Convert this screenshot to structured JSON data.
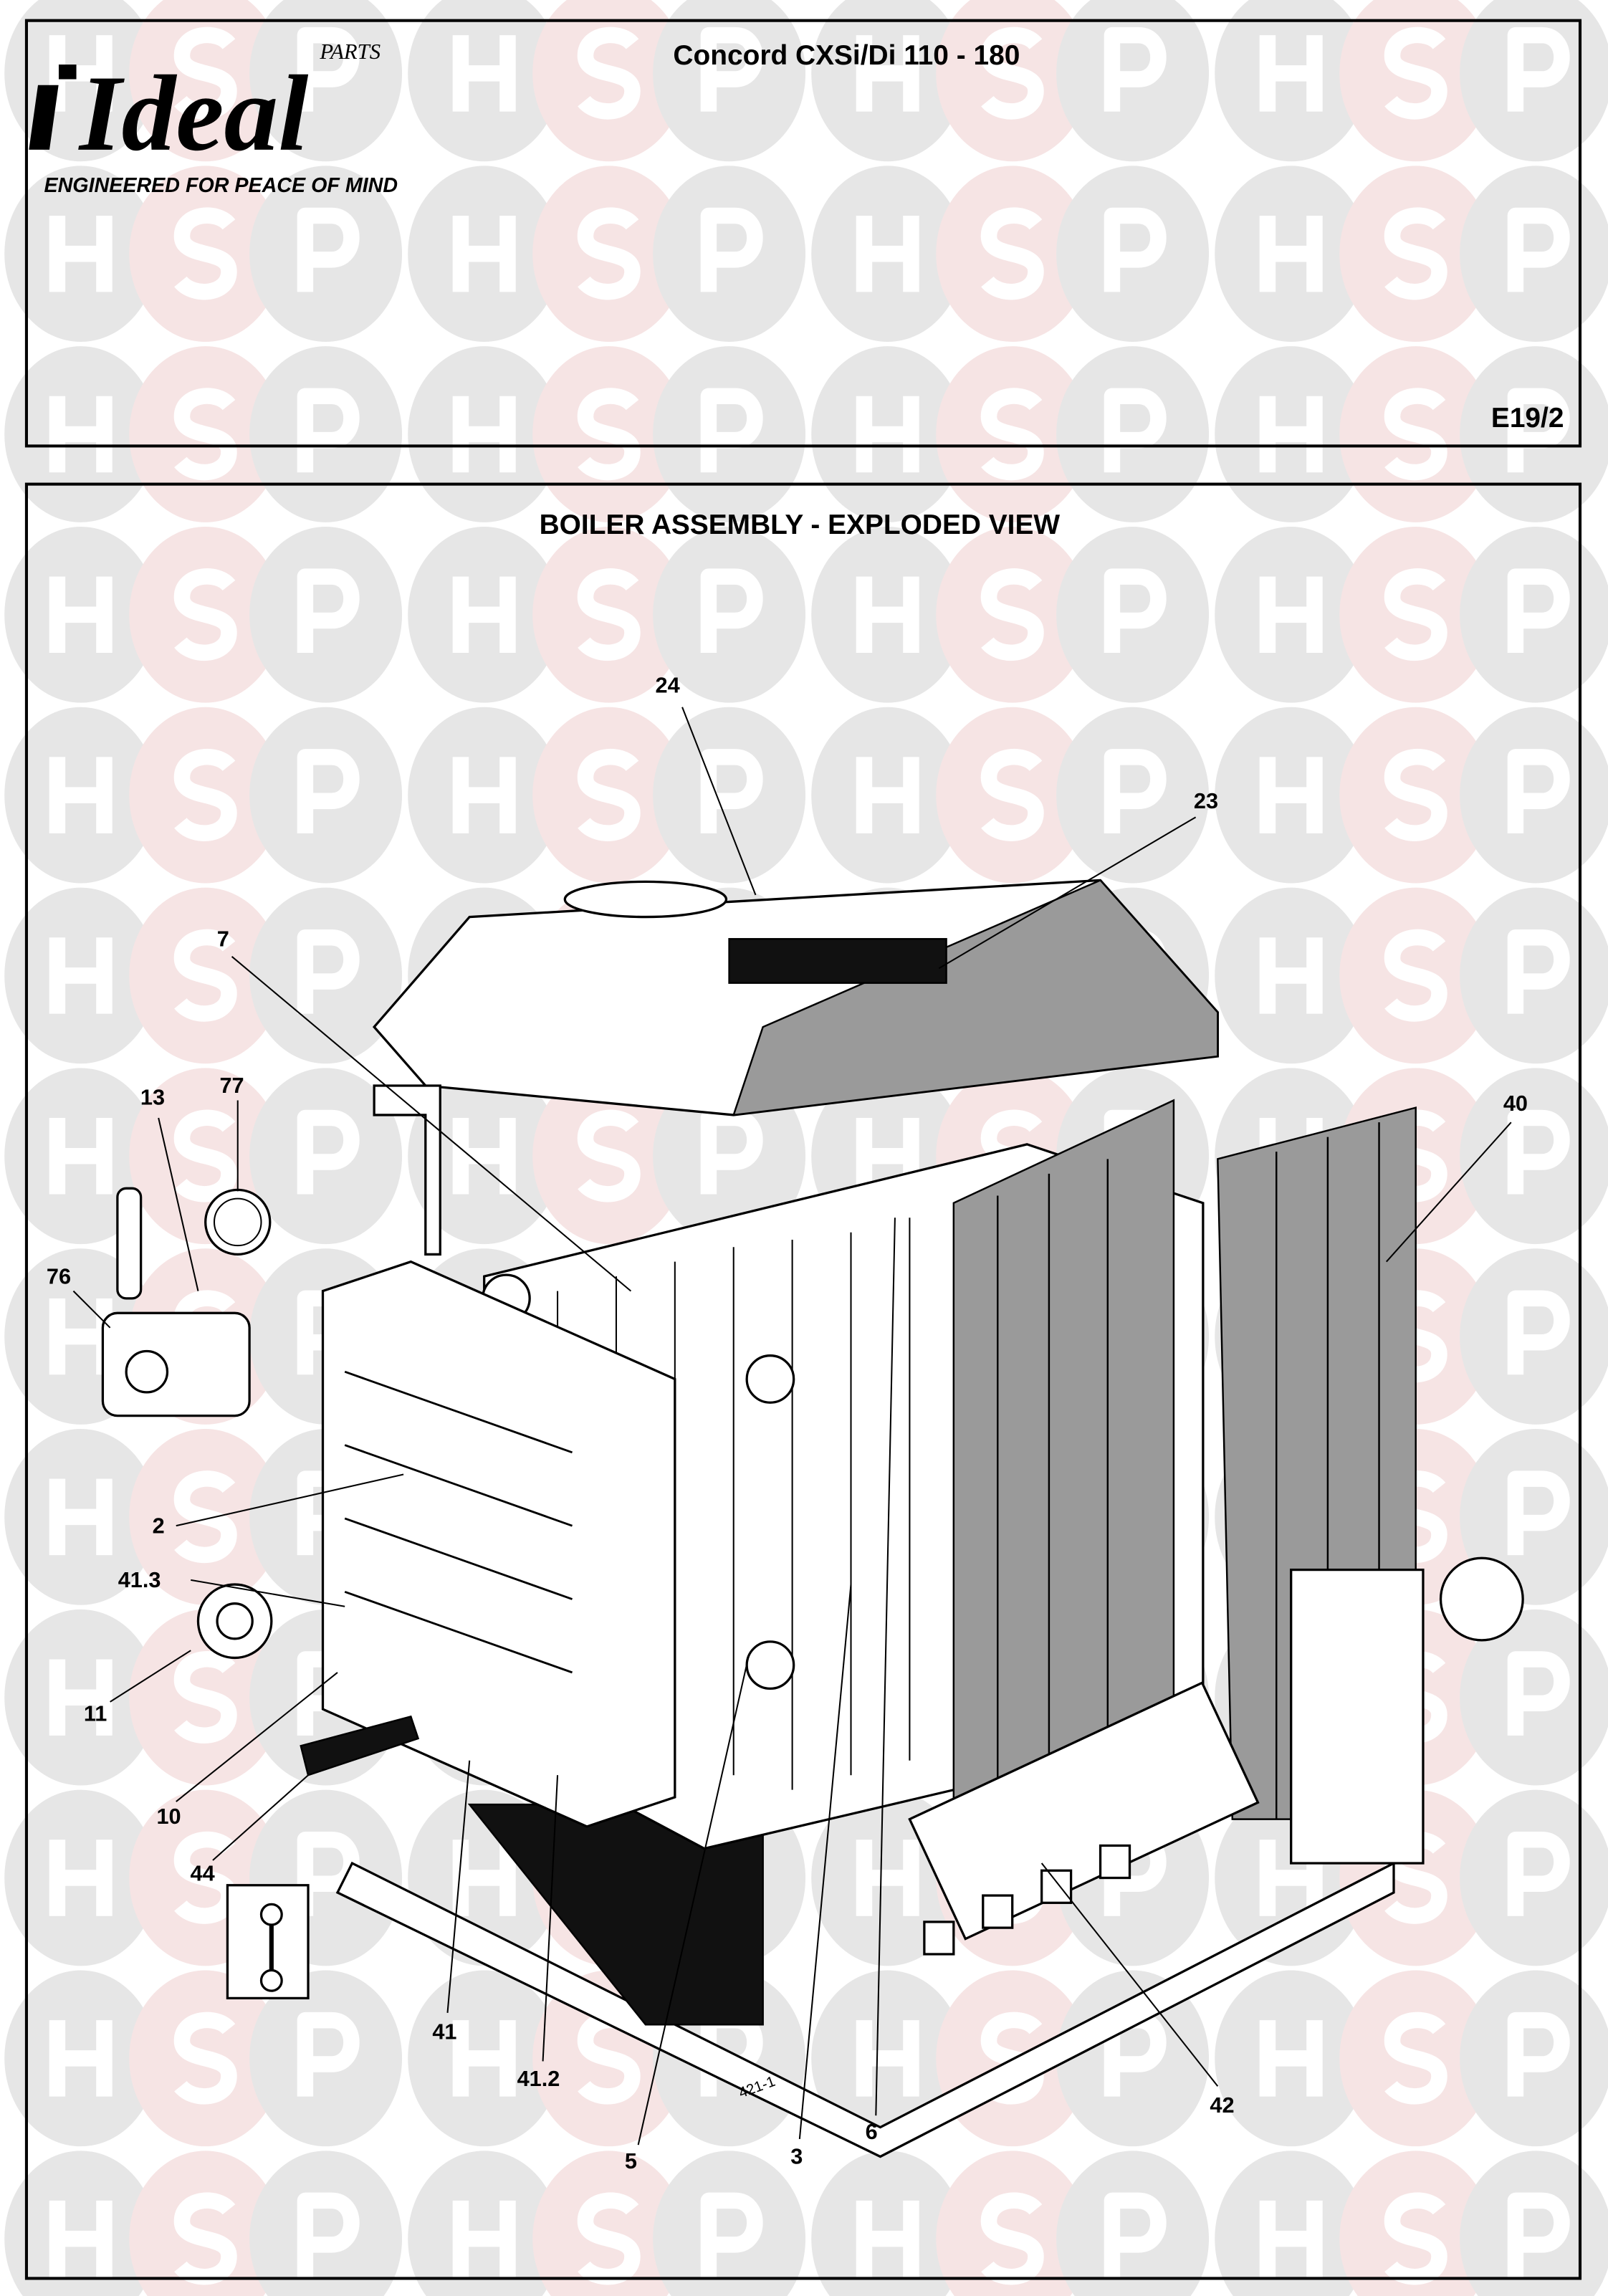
{
  "header": {
    "logo": {
      "brand": "Ideal",
      "sub": "PARTS",
      "tagline": "ENGINEERED FOR PEACE OF MIND"
    },
    "model_title": "Concord CXSi/Di 110 - 180",
    "page_ref": "E19/2"
  },
  "diagram": {
    "title": "BOILER ASSEMBLY - EXPLODED VIEW",
    "drawing_ref": "421-1",
    "callouts": [
      "24",
      "23",
      "7",
      "13",
      "77",
      "76",
      "40",
      "2",
      "41.3",
      "11",
      "10",
      "44",
      "41",
      "41.2",
      "5",
      "3",
      "6",
      "42"
    ]
  },
  "watermark": {
    "letters": [
      "H",
      "S",
      "P"
    ],
    "colors": {
      "grey": "#e6e6e6",
      "pink": "#f6e4e4"
    }
  }
}
